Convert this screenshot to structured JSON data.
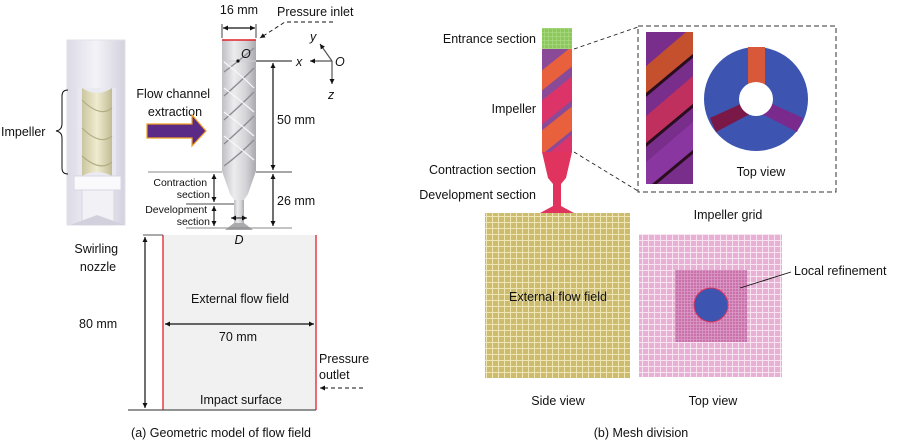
{
  "panel_a": {
    "caption": "(a) Geometric model of flow field",
    "impeller_label": "Impeller",
    "swirling_nozzle_label": [
      "Swirling",
      "nozzle"
    ],
    "flow_channel_label": [
      "Flow channel",
      "extraction"
    ],
    "dim_top_width": "16 mm",
    "pressure_inlet_label": "Pressure inlet",
    "origin_point_label": "O",
    "axis_origin_label": "O",
    "axis_x": "x",
    "axis_y": "y",
    "axis_z": "z",
    "dim_impeller_length": "50 mm",
    "dim_lower_length": "26 mm",
    "contraction_label": [
      "Contraction",
      "section"
    ],
    "development_label": [
      "Development",
      "section"
    ],
    "outlet_diameter_label": "D",
    "external_flow_label": "External flow field",
    "dim_field_width": "70 mm",
    "dim_field_height": "80 mm",
    "pressure_outlet_label": [
      "Pressure",
      "outlet"
    ],
    "impact_surface_label": "Impact surface"
  },
  "panel_b": {
    "caption": "(b) Mesh division",
    "entrance_label": "Entrance section",
    "impeller_label": "Impeller",
    "contraction_label": "Contraction section",
    "development_label": "Development section",
    "inset_top_view_label": "Top view",
    "impeller_grid_label": "Impeller grid",
    "external_flow_label": "External flow field",
    "side_view_label": "Side view",
    "top_view_label": "Top view",
    "local_refinement_label": "Local refinement"
  },
  "colors": {
    "arrow_purple": "#5b2a86",
    "arrow_outline": "#f0a020",
    "inlet_red": "#e0202a",
    "entrance_green": "#8cc85a",
    "mesh_pink": "#e0345e",
    "impeller_orange": "#e8603c",
    "impeller_purple": "#8a4a98",
    "side_mesh_yellow": "#cdbb6e",
    "top_mesh_pink": "#e7b0d4",
    "refine_pink": "#c56aa6",
    "hub_blue": "#3d55b0"
  }
}
